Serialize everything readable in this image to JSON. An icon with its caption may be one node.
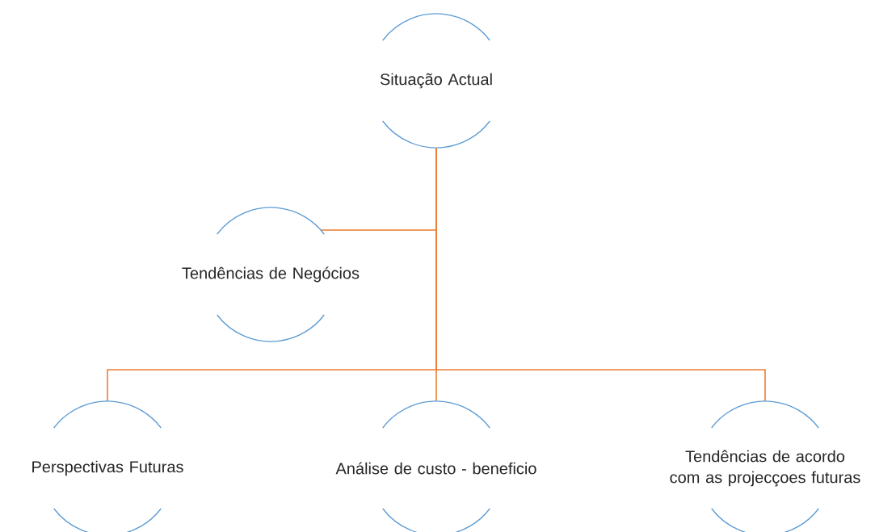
{
  "diagram": {
    "nodes": [
      {
        "text": [
          "Situação Actual"
        ]
      },
      {
        "text": [
          "Tendências de Negócios"
        ]
      },
      {
        "text": [
          "Perspectivas Futuras"
        ]
      },
      {
        "text": [
          "Análise de custo - beneficio"
        ]
      },
      {
        "text": [
          "Tendências de acordo com as projecçoes futuras"
        ]
      }
    ],
    "edges": [
      {
        "from": 0,
        "to": 1,
        "arrow": "none"
      },
      {
        "from": 0,
        "to": 2,
        "arrow": "none"
      },
      {
        "from": 0,
        "to": 3,
        "arrow": "none"
      },
      {
        "from": 0,
        "to": 4,
        "arrow": "none"
      }
    ]
  }
}
